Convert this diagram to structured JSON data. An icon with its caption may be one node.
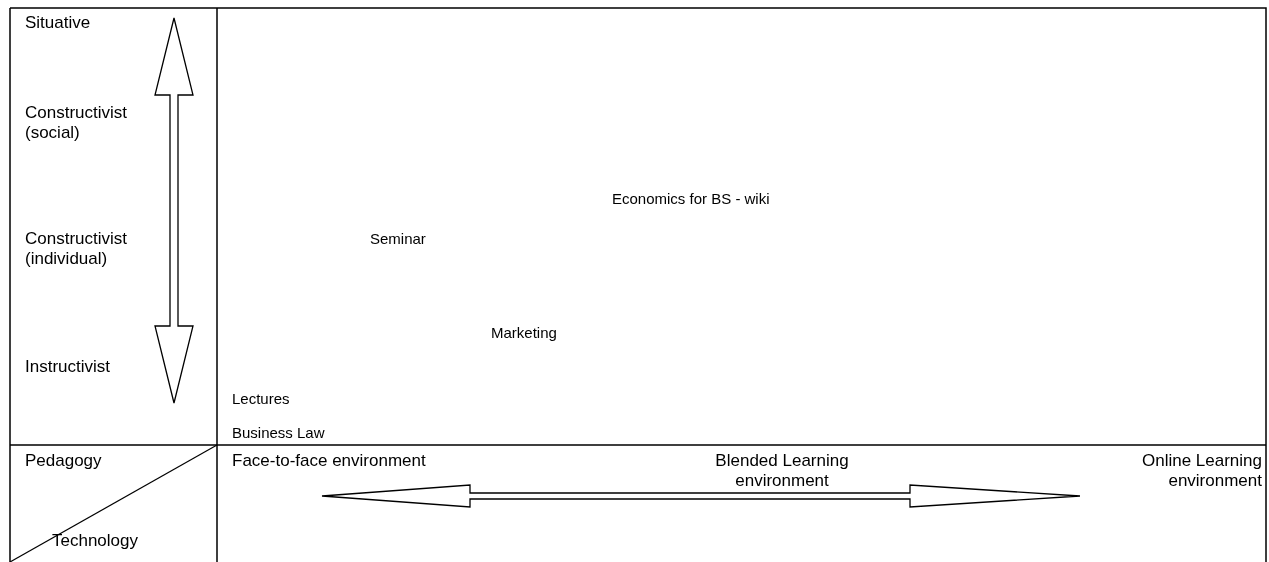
{
  "diagram": {
    "labels": [
      "Situative",
      "Constructivist (social)",
      "Economics for BS - wiki",
      "Seminar",
      "Constructivist (individual)",
      "Marketing",
      "Instructivist",
      "Lectures",
      "Business Law",
      "Pedagogy",
      "Face-to-face environment",
      "Blended Learning environment",
      "Online Learning environment",
      "Technology"
    ]
  }
}
